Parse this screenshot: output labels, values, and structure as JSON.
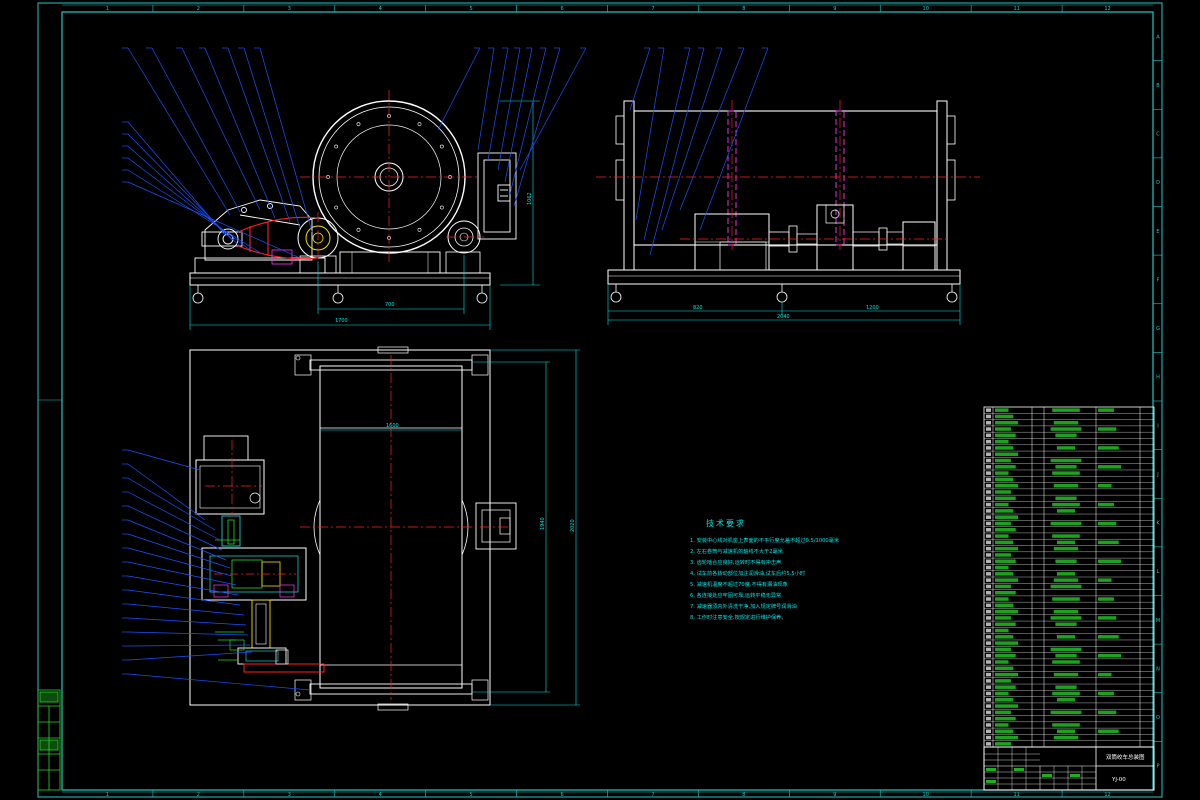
{
  "frame": {
    "columns": [
      "1",
      "2",
      "3",
      "4",
      "5",
      "6",
      "7",
      "8",
      "9",
      "10",
      "11",
      "12"
    ],
    "rows": [
      "A",
      "B",
      "C",
      "D",
      "E",
      "F",
      "G",
      "H",
      "I",
      "J",
      "K",
      "L",
      "M",
      "N",
      "O",
      "P"
    ]
  },
  "notes": {
    "title": "技术要求",
    "items": [
      "1. 安装中心线对机座上表面的不平行度允差不超过0.5/1000毫米",
      "2. 左右卷筒与减速机的轴线不大于2毫米",
      "3. 齿轮啮合应良好,运转时不得有冲击声",
      "4. 试车前各转动部位加注润滑油,试车后约5.5小时",
      "5. 减速机温度不超过70度,不得有漏油现象",
      "6. 各连接处应牢固可靠,运转平稳无异常",
      "7. 减速器须内外清洗干净,加入规定牌号润滑油",
      "8. 工作时注意安全,按规定进行维护保养。"
    ]
  },
  "titleblock": {
    "drawing_name": "双筒绞车总装图",
    "drawing_no": "YJ-00"
  },
  "colors": {
    "border": "#1fc8c8",
    "line_white": "#ffffff",
    "dimension": "#00e5e5",
    "leader": "#1a52ff",
    "center": "#ff2020",
    "hidden": "#ff33ff",
    "green": "#26d926",
    "yellow": "#f0e000"
  }
}
